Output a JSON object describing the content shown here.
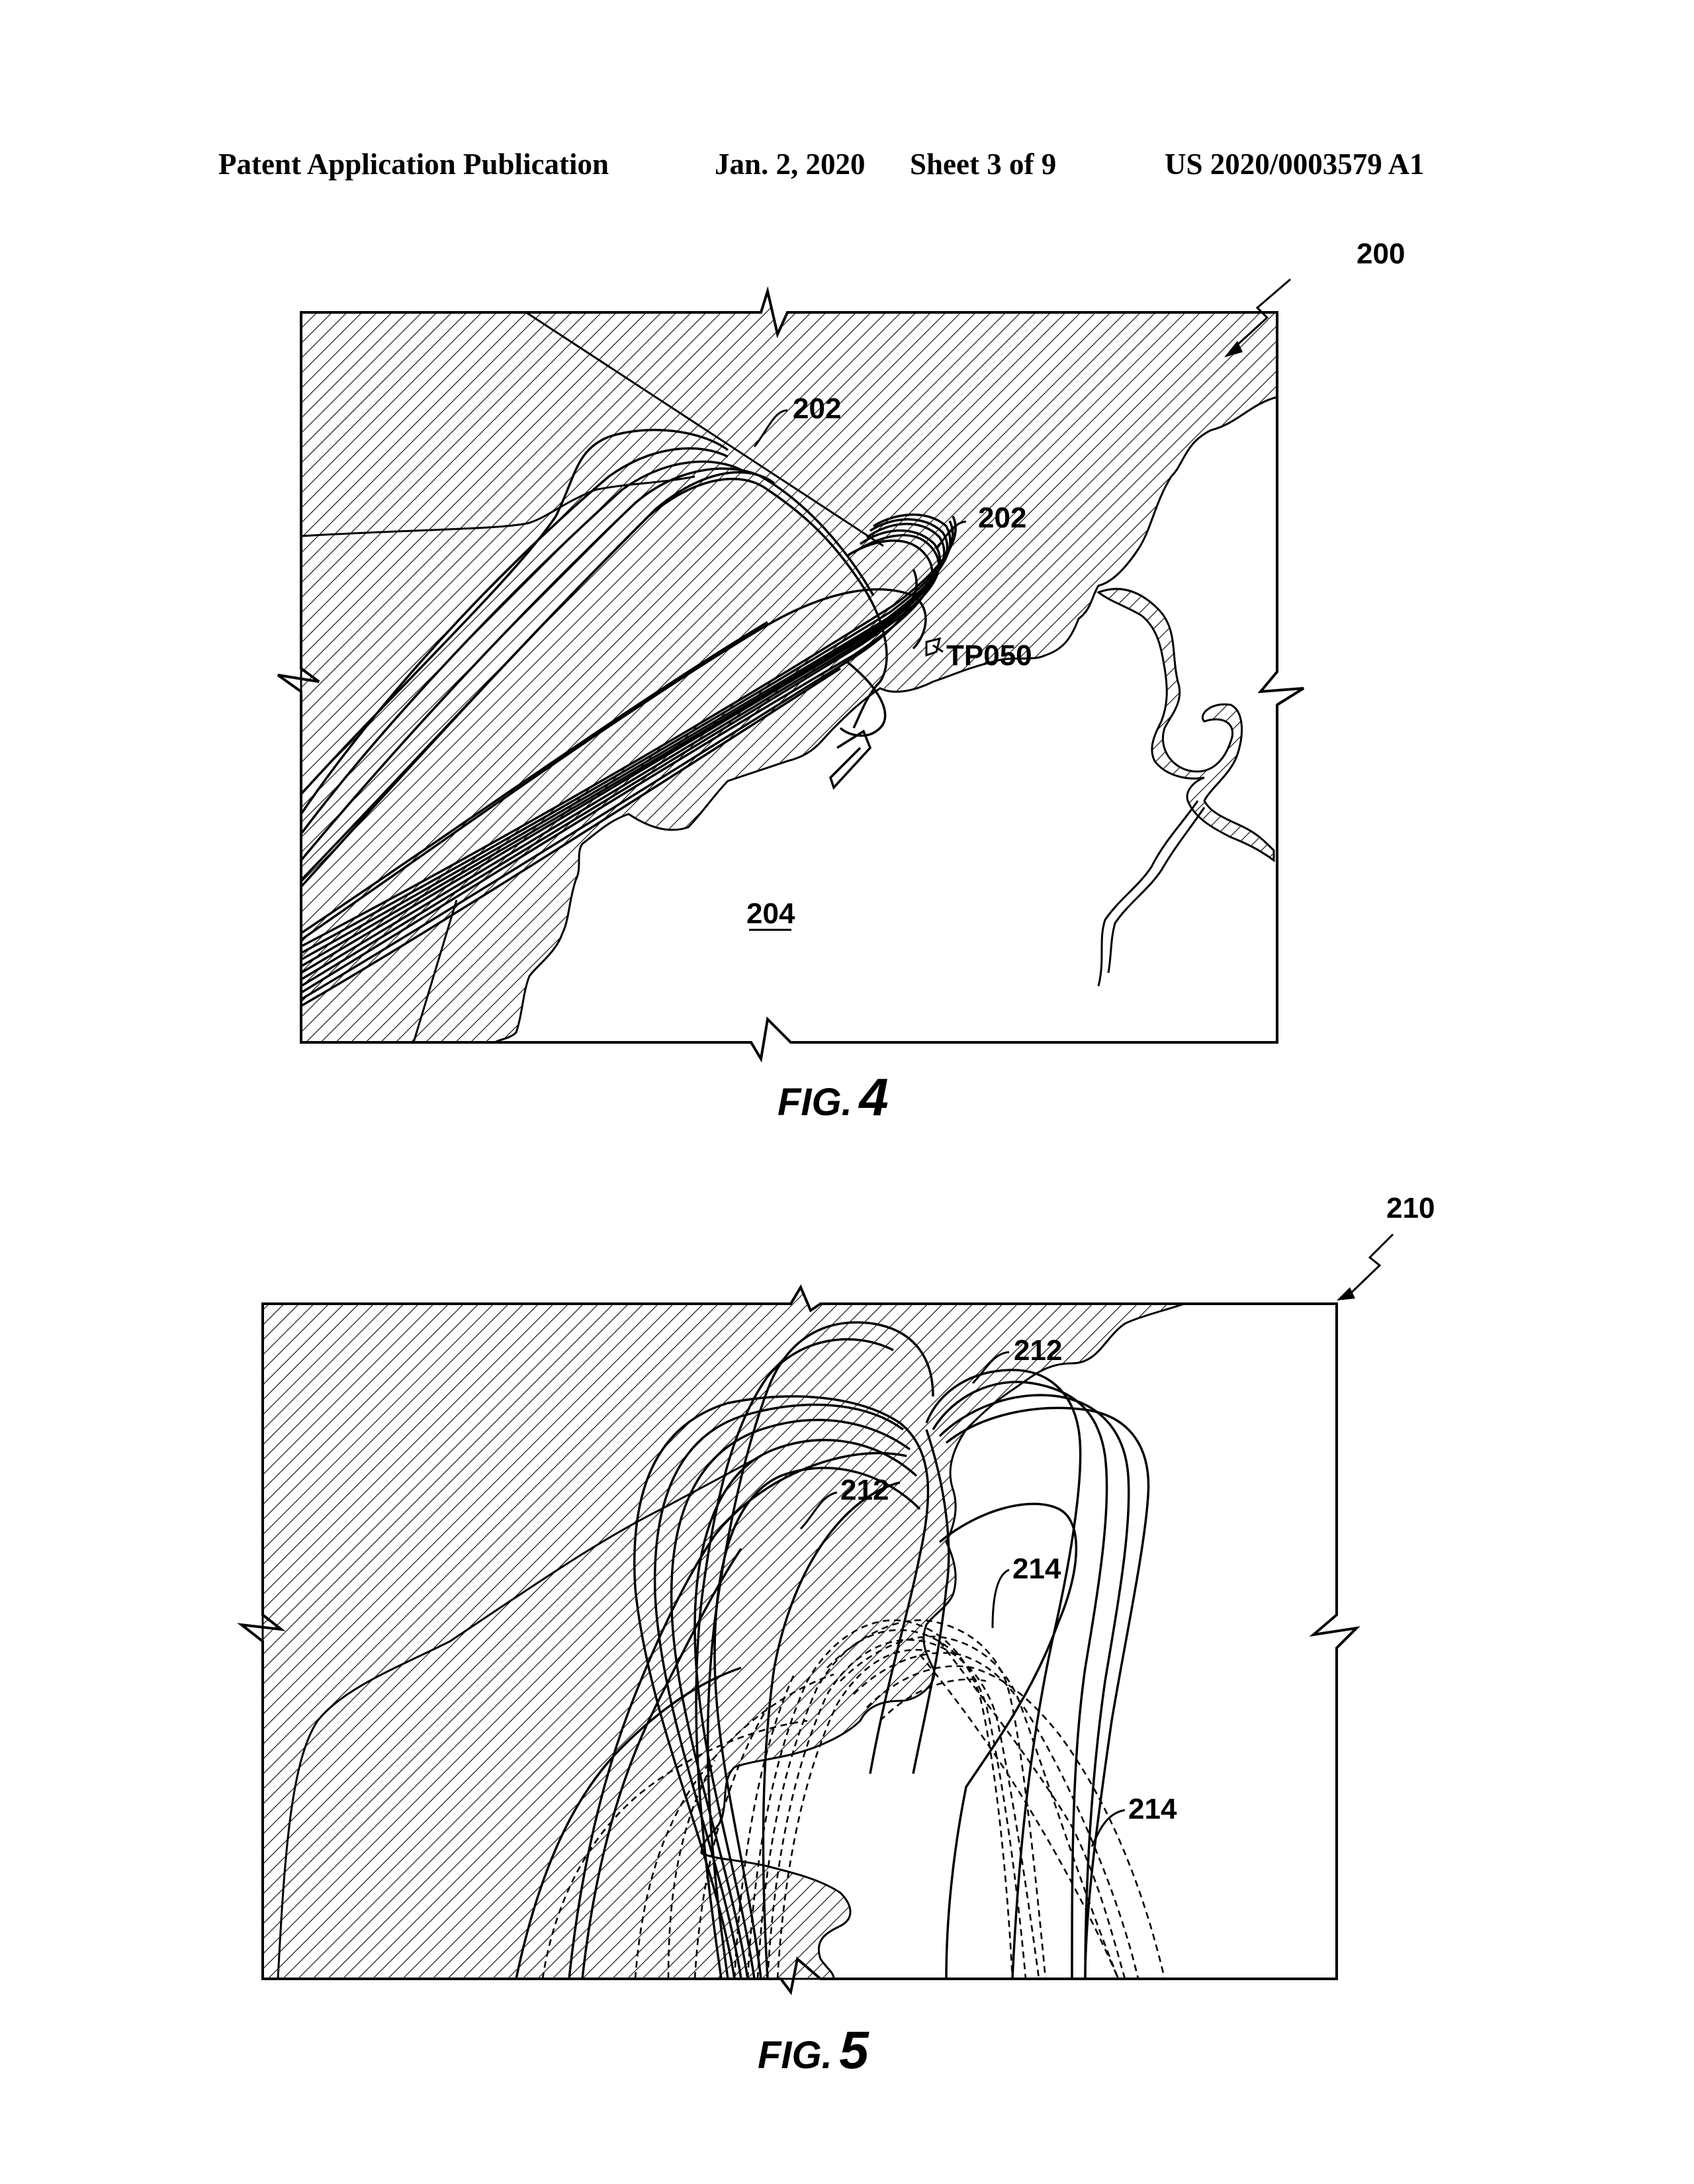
{
  "header": {
    "publication": "Patent Application Publication",
    "date": "Jan. 2, 2020",
    "sheet": "Sheet 3 of 9",
    "number": "US 2020/0003579 A1"
  },
  "fig4": {
    "ref_main": "200",
    "ref_tracks_a": "202",
    "ref_tracks_b": "202",
    "ref_point": "TP050",
    "ref_region": "204",
    "caption_prefix": "FIG.",
    "caption_number": "4"
  },
  "fig5": {
    "ref_main": "210",
    "ref_tracks_a": "212",
    "ref_tracks_b": "212",
    "ref_dashed_a": "214",
    "ref_dashed_b": "214",
    "caption_prefix": "FIG.",
    "caption_number": "5"
  }
}
